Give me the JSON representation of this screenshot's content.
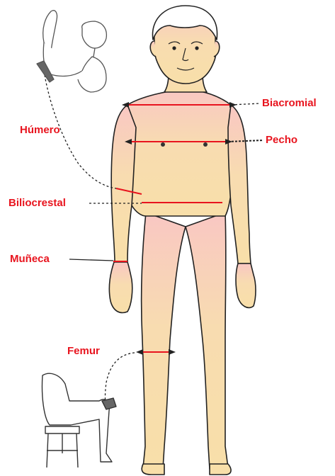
{
  "labels": {
    "biacromial": "Biacromial",
    "pecho": "Pecho",
    "humero": "Húmero",
    "biliocrestal": "Biliocrestal",
    "muneca": "Muñeca",
    "femur": "Femur"
  },
  "colors": {
    "label_red": "#e8141e",
    "measure_red": "#e8141e",
    "outline": "#222222",
    "skin_top": "#f7c6bf",
    "skin_bottom": "#f8deaa",
    "sketch": "#555555"
  }
}
